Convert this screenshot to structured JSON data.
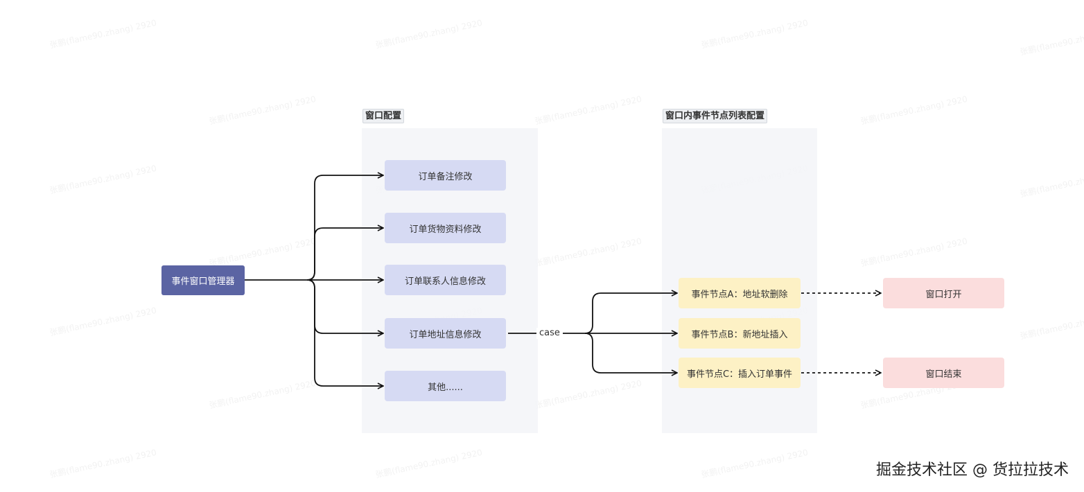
{
  "watermark": "张鹏(flame90.zhang) 2920",
  "root": {
    "label": "事件窗口管理器"
  },
  "group_window": {
    "title": "窗口配置",
    "items": [
      {
        "label": "订单备注修改"
      },
      {
        "label": "订单货物资料修改"
      },
      {
        "label": "订单联系人信息修改"
      },
      {
        "label": "订单地址信息修改"
      },
      {
        "label": "其他......"
      }
    ]
  },
  "case_label": "case",
  "group_events": {
    "title": "窗口内事件节点列表配置",
    "items": [
      {
        "label": "事件节点A：地址软删除"
      },
      {
        "label": "事件节点B：新地址插入"
      },
      {
        "label": "事件节点C：插入订单事件"
      }
    ]
  },
  "results": [
    {
      "label": "窗口打开"
    },
    {
      "label": "窗口结束"
    }
  ],
  "footer": "掘金技术社区 @ 货拉拉技术",
  "colors": {
    "root": "#5b64a3",
    "purple": "#d6daf3",
    "yellow": "#fdf1c5",
    "pink": "#fbdddd",
    "line": "#111111"
  }
}
